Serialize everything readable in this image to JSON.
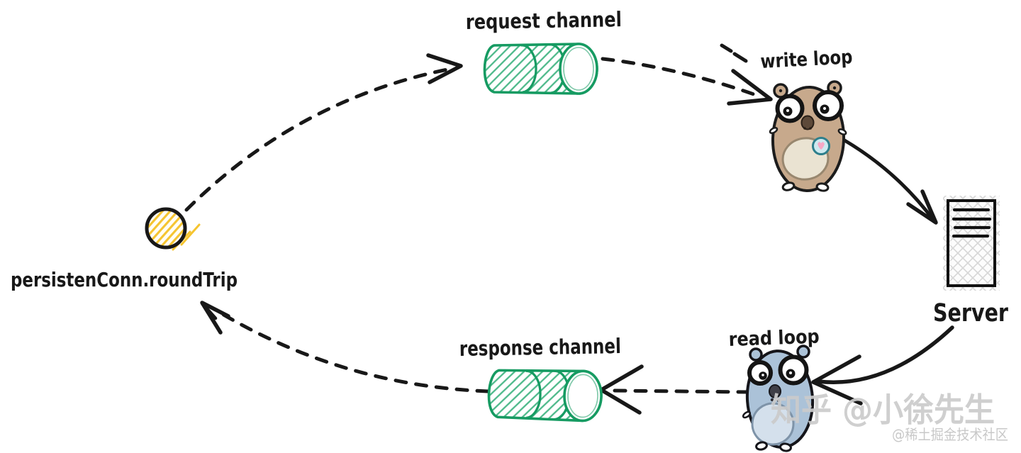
{
  "diagram": {
    "description": "hand-drawn flow of Go http transport round trip",
    "nodes": {
      "round_trip": {
        "label": "persistenConn.roundTrip",
        "shape": "hatched-circle",
        "color": "#f5c42f"
      },
      "request_channel": {
        "label": "request channel",
        "shape": "cylinder",
        "color": "#169b62"
      },
      "write_loop": {
        "label": "write loop",
        "shape": "gopher",
        "color": "#c7a98c"
      },
      "server": {
        "label": "Server",
        "shape": "crosshatched-box",
        "color": "#181818"
      },
      "read_loop": {
        "label": "read loop",
        "shape": "gopher",
        "color": "#abc2d8"
      },
      "response_channel": {
        "label": "response channel",
        "shape": "cylinder",
        "color": "#169b62"
      }
    },
    "edges": [
      {
        "from": "round_trip",
        "to": "request_channel",
        "style": "dashed-curve"
      },
      {
        "from": "request_channel",
        "to": "write_loop",
        "style": "dashed"
      },
      {
        "from": "write_loop",
        "to": "server",
        "style": "solid-curve"
      },
      {
        "from": "server",
        "to": "read_loop",
        "style": "solid-curve"
      },
      {
        "from": "read_loop",
        "to": "response_channel",
        "style": "dashed"
      },
      {
        "from": "response_channel",
        "to": "round_trip",
        "style": "dashed-curve"
      }
    ]
  },
  "watermarks": {
    "zhihu": "知乎 @小徐先生",
    "juejin": "@稀土掘金技术社区"
  },
  "colors": {
    "ink": "#181818",
    "channel_green": "#169b62",
    "channel_hatch": "#4db98a",
    "circle_yellow": "#f5c42f",
    "gopher_write_body": "#c7a98c",
    "gopher_write_belly": "#eae3d2",
    "gopher_read_body": "#abc2d8",
    "gopher_read_belly": "#d4e0ec",
    "watermark_gray": "#cbcbcb"
  }
}
